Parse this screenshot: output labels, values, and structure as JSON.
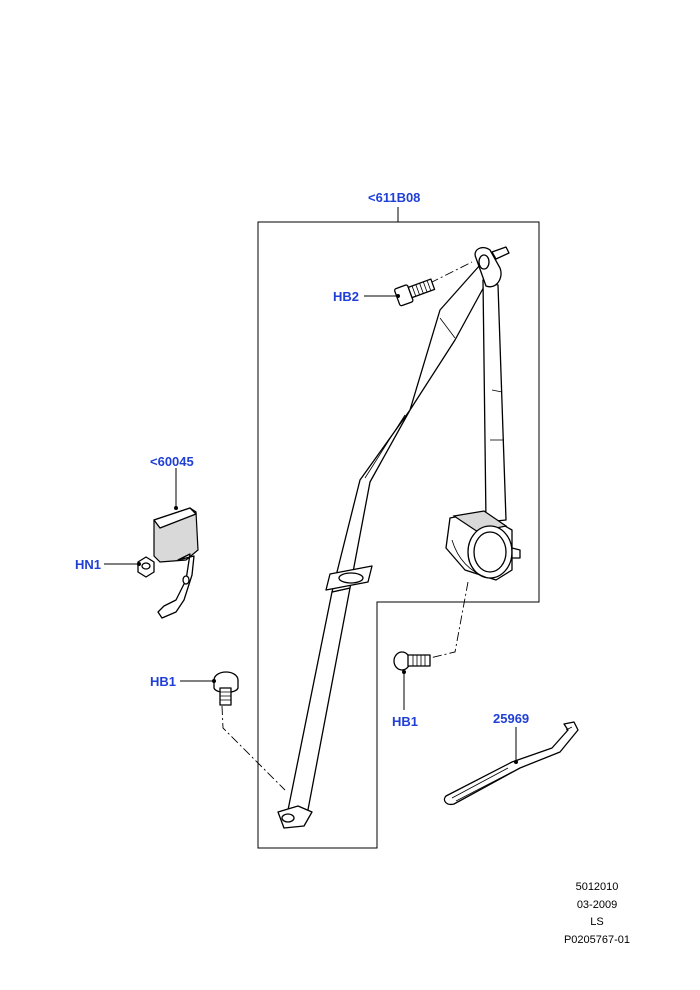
{
  "callouts": {
    "belt_assembly": "<611B08",
    "buckle": "<60045",
    "nut": "HN1",
    "bolt_upper": "HB2",
    "bolt_lower_left": "HB1",
    "bolt_lower_right": "HB1",
    "strap": "25969"
  },
  "footer": {
    "line1": "5012010",
    "line2": "03-2009",
    "line3": "LS",
    "line4": "P0205767-01"
  },
  "colors": {
    "callout": "#1f3fd6",
    "line": "#000000",
    "background": "#ffffff"
  }
}
